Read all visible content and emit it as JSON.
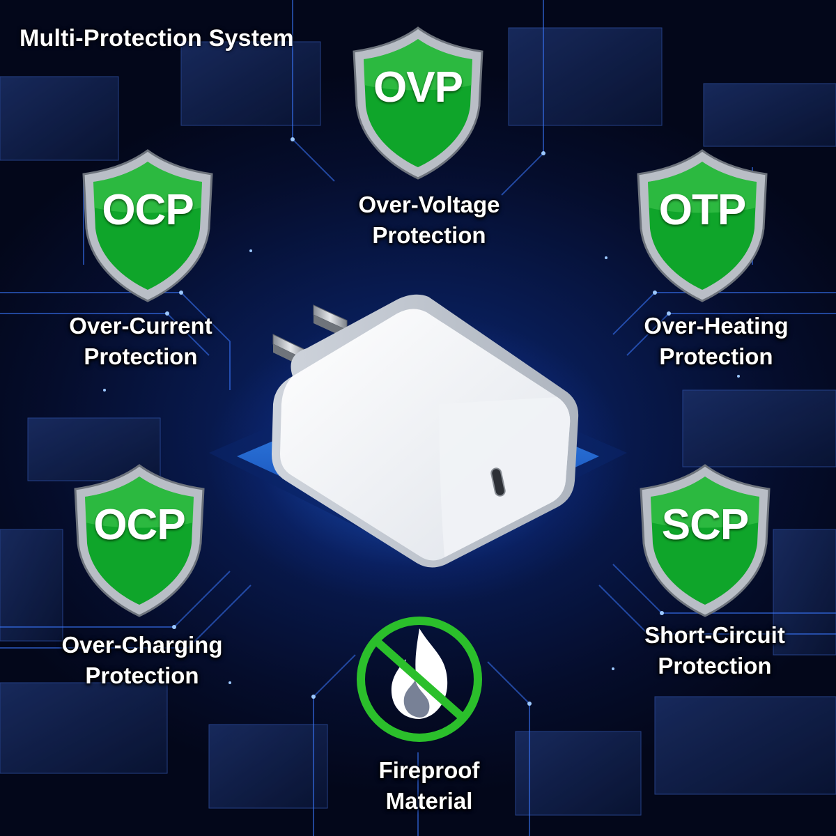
{
  "headline": "Multi-Protection System",
  "badges": [
    {
      "code": "OVP",
      "line1": "Over-Voltage",
      "line2": "Protection"
    },
    {
      "code": "OCP",
      "line1": "Over-Current",
      "line2": "Protection"
    },
    {
      "code": "OTP",
      "line1": "Over-Heating",
      "line2": "Protection"
    },
    {
      "code": "OCP",
      "line1": "Over-Charging",
      "line2": "Protection"
    },
    {
      "code": "SCP",
      "line1": "Short-Circuit",
      "line2": "Protection"
    }
  ],
  "fireproof": {
    "line1": "Fireproof",
    "line2": "Material"
  },
  "colors": {
    "shield_green": "#0fa52a",
    "shield_border": "#c8ccd2",
    "ban_green": "#2bbf2b",
    "background": "#081a4f",
    "chip_glow": "#2f8cff"
  },
  "icons": [
    "shield-icon",
    "usb-c-charger-icon",
    "no-fire-icon"
  ]
}
